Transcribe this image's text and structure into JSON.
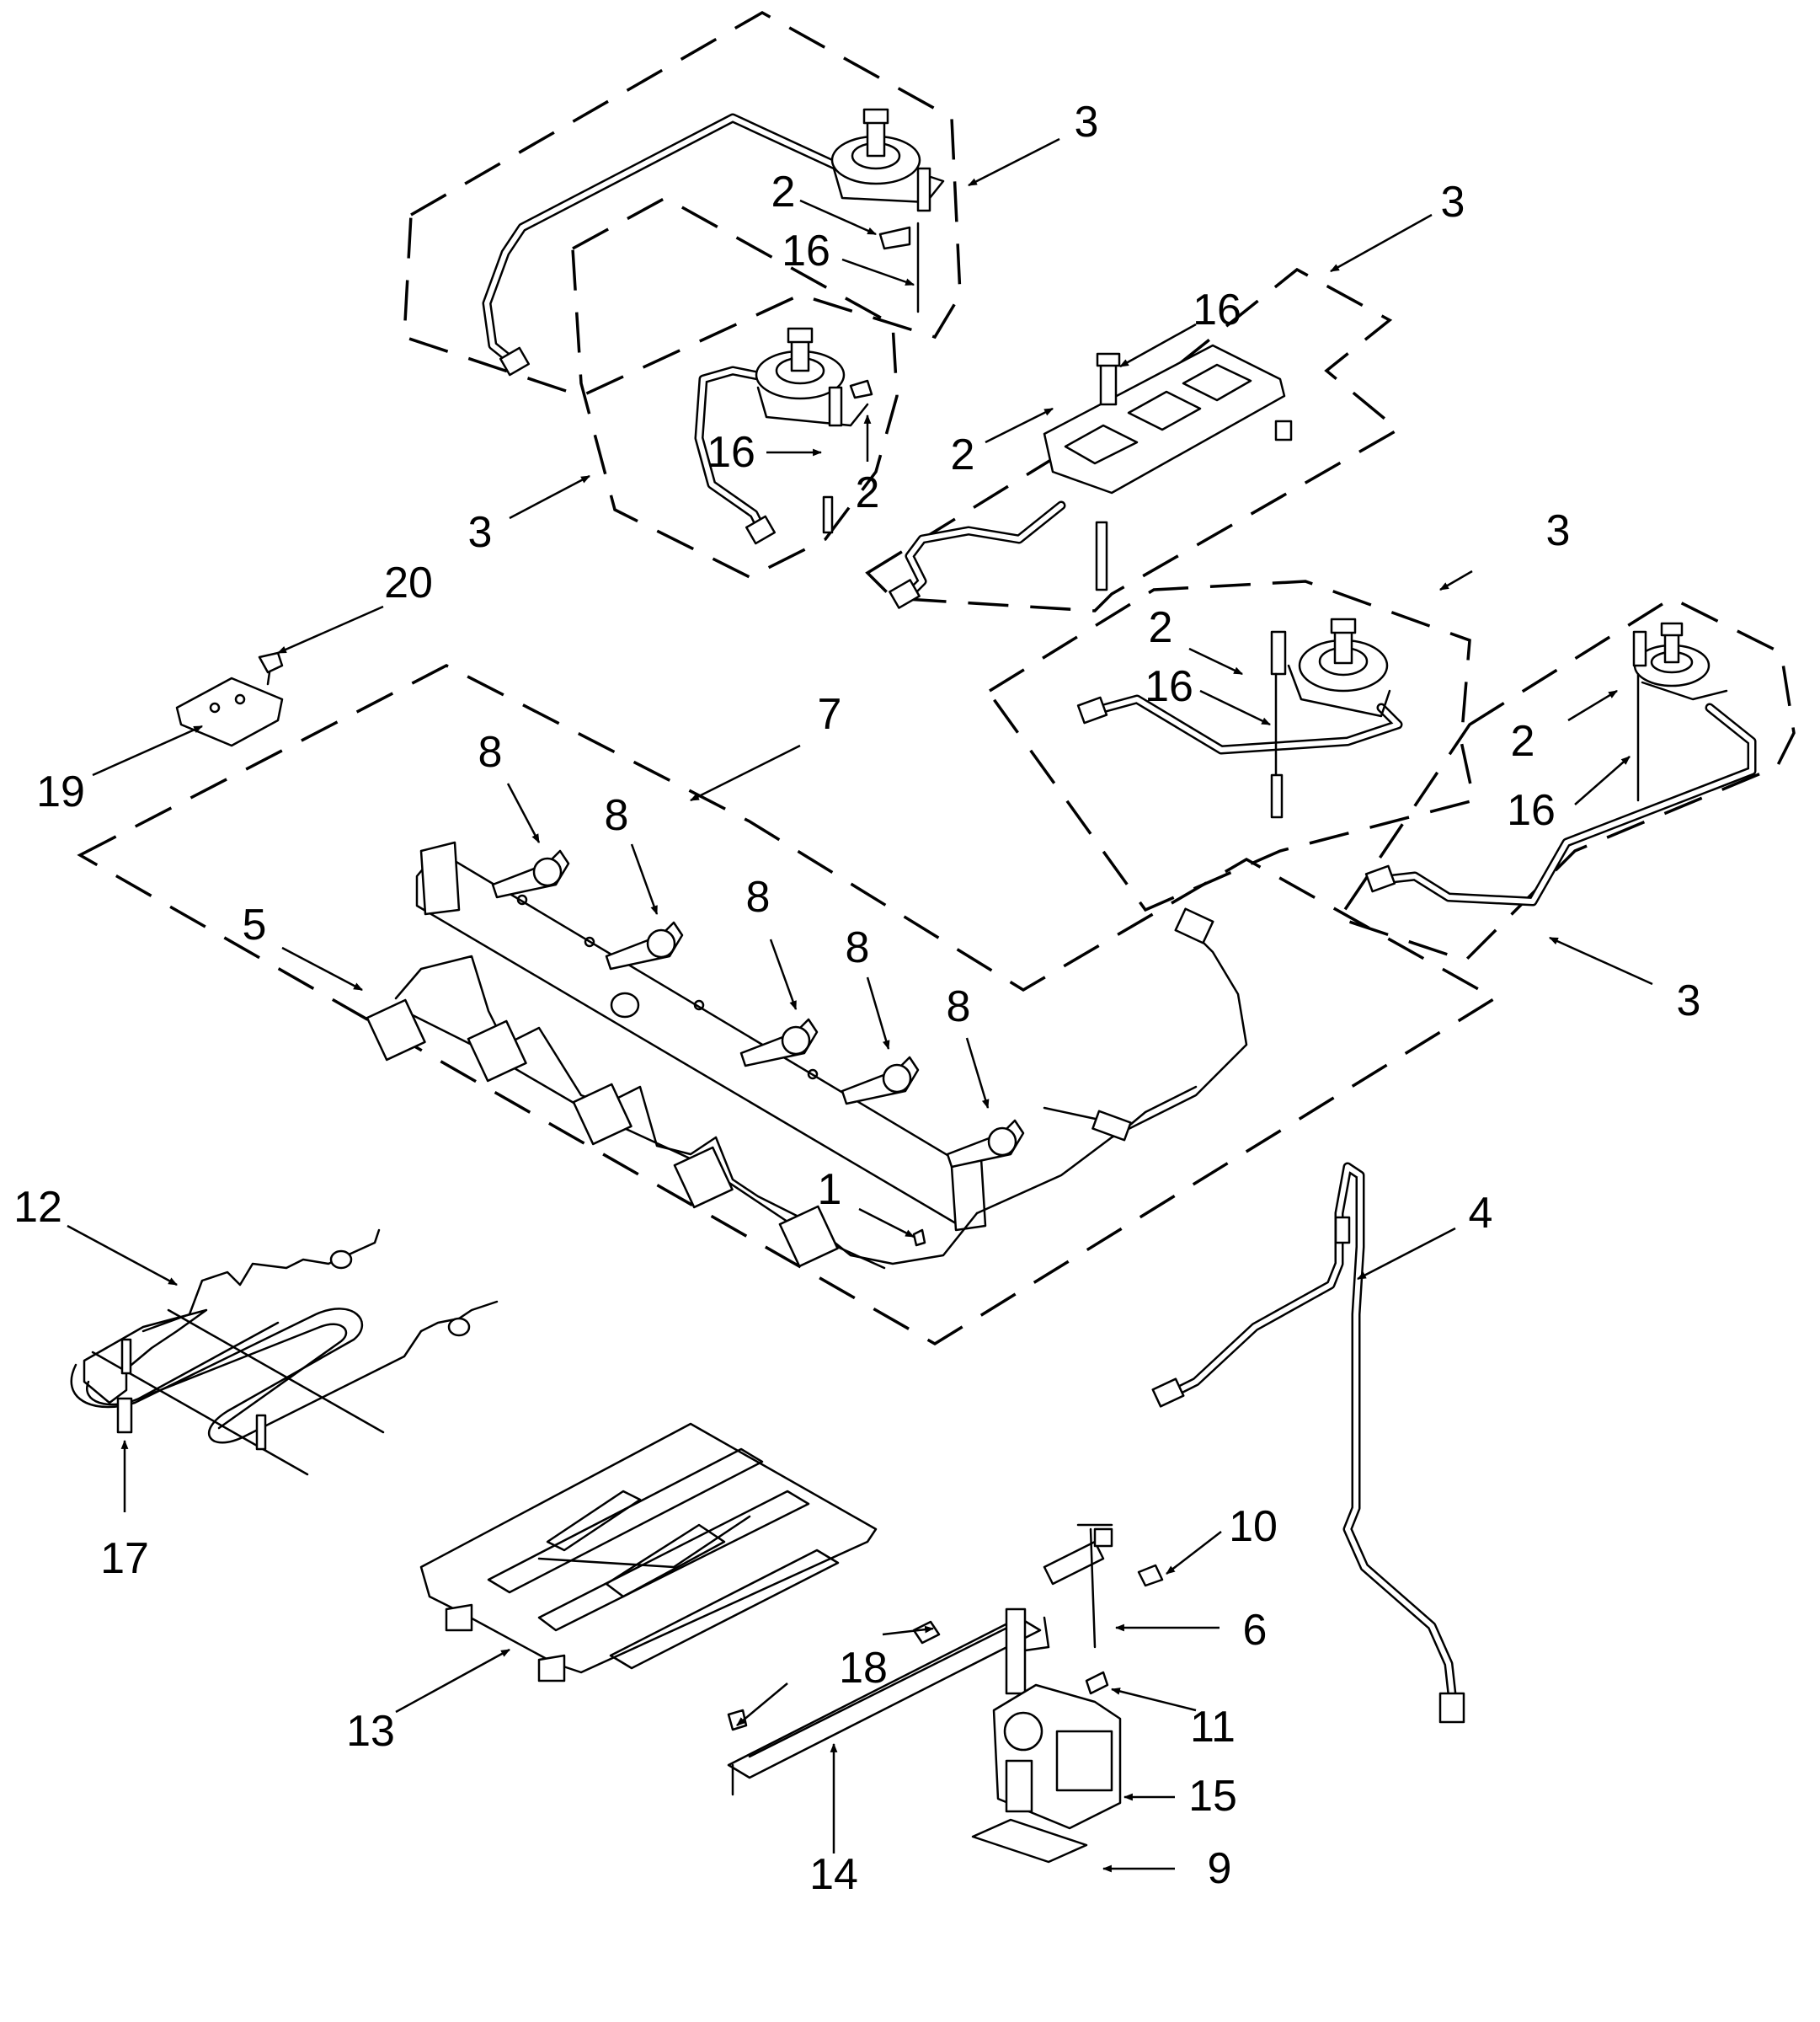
{
  "callouts": [
    {
      "id": "c3a",
      "label": "3"
    },
    {
      "id": "c2a",
      "label": "2"
    },
    {
      "id": "c16a",
      "label": "16"
    },
    {
      "id": "c3b",
      "label": "3"
    },
    {
      "id": "c16b",
      "label": "16"
    },
    {
      "id": "c2b",
      "label": "2"
    },
    {
      "id": "c16c",
      "label": "16"
    },
    {
      "id": "c2c",
      "label": "2"
    },
    {
      "id": "c3c",
      "label": "3"
    },
    {
      "id": "c20",
      "label": "20"
    },
    {
      "id": "c19",
      "label": "19"
    },
    {
      "id": "c3d",
      "label": "3"
    },
    {
      "id": "c2d",
      "label": "2"
    },
    {
      "id": "c16d",
      "label": "16"
    },
    {
      "id": "c2e",
      "label": "2"
    },
    {
      "id": "c16e",
      "label": "16"
    },
    {
      "id": "c3e",
      "label": "3"
    },
    {
      "id": "c7",
      "label": "7"
    },
    {
      "id": "c8a",
      "label": "8"
    },
    {
      "id": "c8b",
      "label": "8"
    },
    {
      "id": "c8c",
      "label": "8"
    },
    {
      "id": "c8d",
      "label": "8"
    },
    {
      "id": "c8e",
      "label": "8"
    },
    {
      "id": "c5",
      "label": "5"
    },
    {
      "id": "c1",
      "label": "1"
    },
    {
      "id": "c12",
      "label": "12"
    },
    {
      "id": "c17",
      "label": "17"
    },
    {
      "id": "c4",
      "label": "4"
    },
    {
      "id": "c10",
      "label": "10"
    },
    {
      "id": "c6",
      "label": "6"
    },
    {
      "id": "c18",
      "label": "18"
    },
    {
      "id": "c13",
      "label": "13"
    },
    {
      "id": "c11",
      "label": "11"
    },
    {
      "id": "c15",
      "label": "15"
    },
    {
      "id": "c14",
      "label": "14"
    },
    {
      "id": "c9",
      "label": "9"
    }
  ]
}
